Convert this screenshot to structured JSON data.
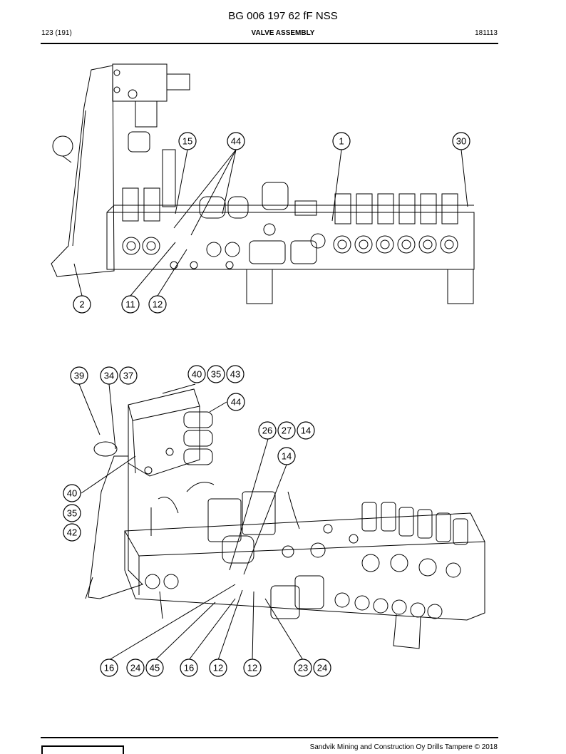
{
  "header": {
    "doc_id": "BG 006 197 62 fF NSS",
    "page": "123 (191)",
    "title": "VALVE ASSEMBLY",
    "date": "181113"
  },
  "figure_top": {
    "callouts": [
      "15",
      "44",
      "1",
      "30",
      "2",
      "11",
      "12"
    ]
  },
  "figure_bottom": {
    "callouts": [
      "39",
      "34",
      "37",
      "40",
      "35",
      "43",
      "44",
      "26",
      "27",
      "14",
      "14",
      "40",
      "35",
      "42",
      "16",
      "24",
      "45",
      "16",
      "12",
      "12",
      "23",
      "24"
    ]
  },
  "footer": {
    "copyright": "Sandvik Mining and Construction Oy Drills Tampere © 2018"
  }
}
